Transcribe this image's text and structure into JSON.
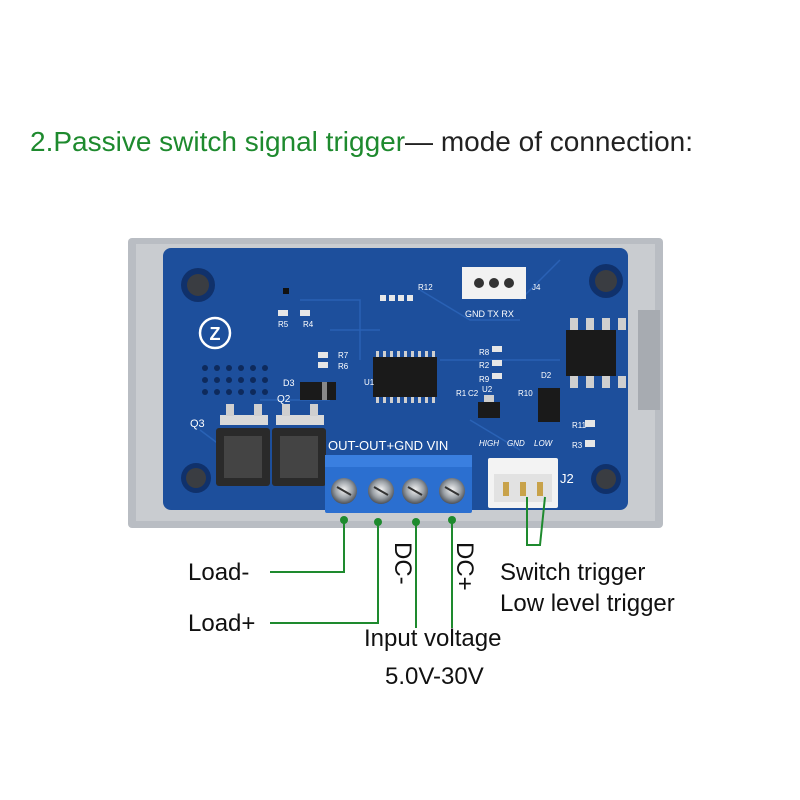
{
  "title": {
    "green_text": "2.Passive switch signal trigger",
    "black_text": "— mode of connection:"
  },
  "board": {
    "connector_j4_label": "J4",
    "j4_pins": "GND TX  RX",
    "terminal_labels": "OUT-OUT+GND VIN",
    "trigger_labels": [
      "HIGH",
      "GND",
      "LOW"
    ],
    "j2_label": "J2",
    "q3_label": "Q3",
    "q2_label": "Q2",
    "d3_label": "D3",
    "u1_label": "U1",
    "u2_label": "U2",
    "d2_label": "D2",
    "r12_label": "R12",
    "r5_label": "R5",
    "r4_label": "R4",
    "r7_label": "R7",
    "r6_label": "R6",
    "r8_label": "R8",
    "r2_label": "R2",
    "r9_label": "R9",
    "r1_label": "R1",
    "c2_label": "C2",
    "r10_label": "R10",
    "r11_label": "R11",
    "r3_label": "R3"
  },
  "labels": {
    "load_minus": "Load-",
    "load_plus": "Load+",
    "dc_minus": "DC-",
    "dc_plus": "DC+",
    "input_voltage": "Input voltage",
    "voltage_range": "5.0V-30V",
    "switch_trigger": "Switch trigger",
    "low_level_trigger": "Low level trigger"
  },
  "colors": {
    "title_green": "#1e8a2e",
    "wire_green": "#1e8a2e",
    "pcb_blue": "#1d4f9c",
    "terminal_blue": "#2b6fd0",
    "case_gray": "#b9bdc3"
  }
}
